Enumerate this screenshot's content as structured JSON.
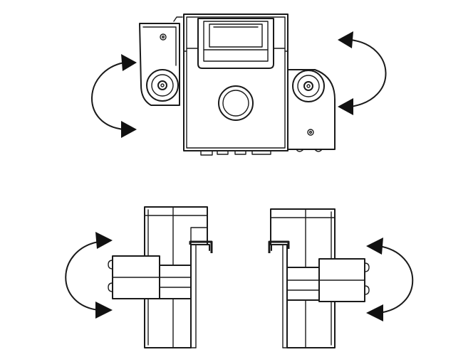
{
  "colors": {
    "line": "#1a1a1a",
    "background": "#ffffff"
  },
  "views": [
    {
      "id": "top-view",
      "rotation_arrows": 2
    },
    {
      "id": "side-view-left",
      "rotation_arrows": 1
    },
    {
      "id": "side-view-right",
      "rotation_arrows": 1
    }
  ],
  "icons": [
    "rotation-arrow-icon",
    "screw-icon",
    "lens-icon"
  ]
}
